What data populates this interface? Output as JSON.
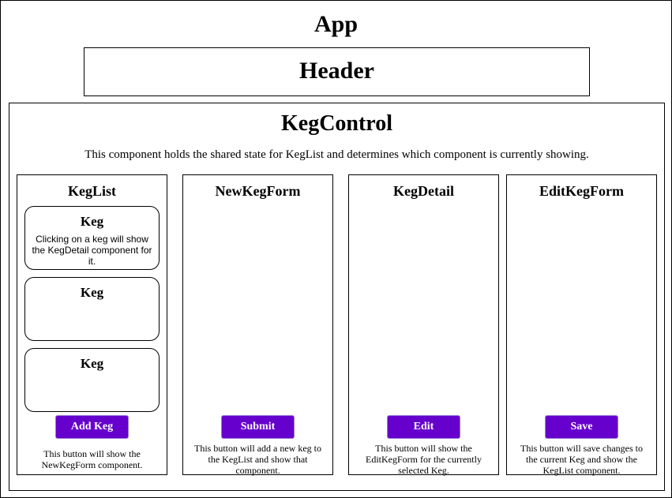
{
  "app": {
    "title": "App"
  },
  "header": {
    "title": "Header"
  },
  "keg_control": {
    "title": "KegControl",
    "description": "This component holds the shared state for KegList and determines which component is currently showing."
  },
  "keg_list": {
    "title": "KegList",
    "kegs": [
      {
        "title": "Keg",
        "description": "Clicking on a keg will show the KegDetail component for it."
      },
      {
        "title": "Keg",
        "description": ""
      },
      {
        "title": "Keg",
        "description": ""
      }
    ],
    "button_label": "Add Keg",
    "button_note": "This button will show the NewKegForm component."
  },
  "new_keg_form": {
    "title": "NewKegForm",
    "button_label": "Submit",
    "button_note": "This button will add a new keg to the KegList and show that component."
  },
  "keg_detail": {
    "title": "KegDetail",
    "button_label": "Edit",
    "button_note": "This button will show the EditKegForm for the currently selected Keg."
  },
  "edit_keg_form": {
    "title": "EditKegForm",
    "button_label": "Save",
    "button_note": "This button will save changes to the current Keg and show the KegList component."
  },
  "colors": {
    "button_fill": "#6600cc",
    "button_text": "#ffffff",
    "border": "#000000"
  }
}
